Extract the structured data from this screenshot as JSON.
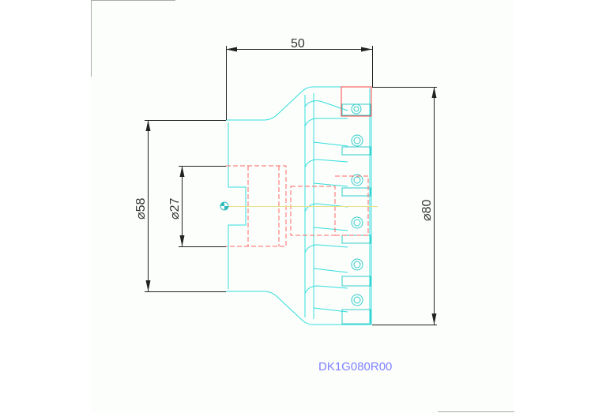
{
  "drawing": {
    "part_number": "DK1G080R00",
    "dimensions": {
      "length": "50",
      "diameter_cutter": "⌀80",
      "diameter_shank": "⌀58",
      "diameter_bore": "⌀27"
    },
    "colors": {
      "outline": "#33dddd",
      "hidden": "#ff6666",
      "dimension": "#222222",
      "centerline": "#e8e08a",
      "label": "#8080ff"
    }
  }
}
